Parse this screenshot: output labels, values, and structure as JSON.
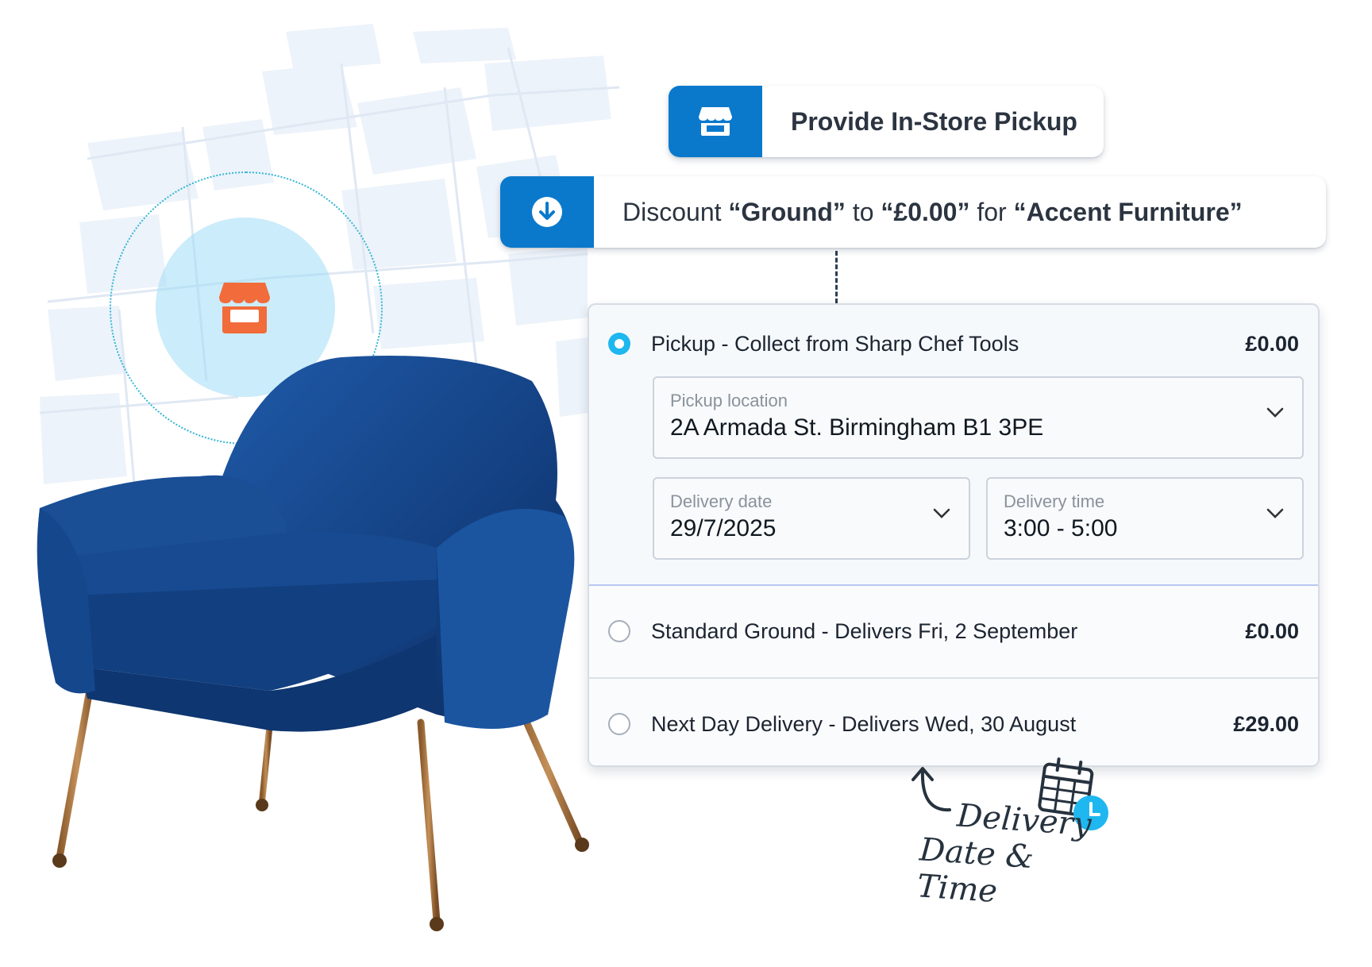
{
  "actions": {
    "pickup_pill": {
      "icon": "storefront-icon",
      "label": "Provide In-Store Pickup"
    },
    "discount_pill": {
      "icon": "arrow-down-circle-icon",
      "prefix": "Discount ",
      "method": "“Ground”",
      "to": " to ",
      "amount": "“£0.00”",
      "for": " for ",
      "product": "“Accent Furniture”"
    }
  },
  "shipping_options": {
    "pickup": {
      "label": "Pickup - Collect from Sharp Chef Tools",
      "price": "£0.00",
      "selected": true,
      "location": {
        "label": "Pickup location",
        "value": "2A Armada St. Birmingham B1 3PE"
      },
      "date": {
        "label": "Delivery date",
        "value": "29/7/2025"
      },
      "time": {
        "label": "Delivery time",
        "value": "3:00 - 5:00"
      }
    },
    "standard": {
      "label": "Standard Ground - Delivers Fri, 2 September",
      "price": "£0.00",
      "selected": false
    },
    "next_day": {
      "label": "Next Day Delivery - Delivers Wed, 30 August",
      "price": "£29.00",
      "selected": false
    }
  },
  "annotation": {
    "line1": "Delivery",
    "line2": "Date & Time",
    "icon": "calendar-clock-icon"
  },
  "colors": {
    "brand_blue": "#0a79cc",
    "radio_active": "#1eb7ef",
    "store_orange": "#f26b3a",
    "chair_blue": "#123f80"
  }
}
